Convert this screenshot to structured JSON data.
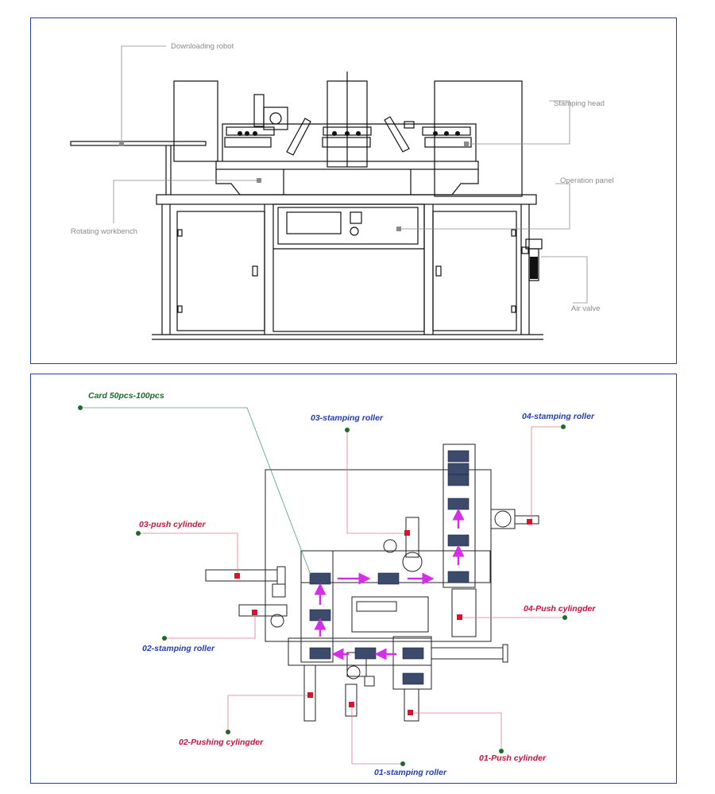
{
  "front_view": {
    "labels": {
      "downloading_robot": "Downloading robot",
      "stamping_head": "Stamping head",
      "operation_panel": "Operation panel",
      "rotating_workbench": "Rotating workbench",
      "air_valve": "Air valve"
    }
  },
  "top_view": {
    "labels": {
      "card": "Card 50pcs-100pcs",
      "stamping_roller_03": "03-stamping roller",
      "stamping_roller_04": "04-stamping roller",
      "push_cylinder_03": "03-push cylinder",
      "push_cylinder_04": "04-Push cylingder",
      "stamping_roller_02": "02-stamping roller",
      "pushing_cylinder_02": "02-Pushing cylingder",
      "push_cylinder_01": "01-Push cylinder",
      "stamping_roller_01": "01-stamping roller"
    },
    "colors": {
      "green": "#1d6a2a",
      "blue": "#1f3bc4",
      "red": "#d0103a",
      "arrow": "#d42ee8",
      "leader_red": "#e37b8e",
      "leader_green": "#4a9e8a"
    }
  },
  "colors": {
    "panel_border": "#2b3f9e",
    "label_grey": "#8a8a8a"
  }
}
